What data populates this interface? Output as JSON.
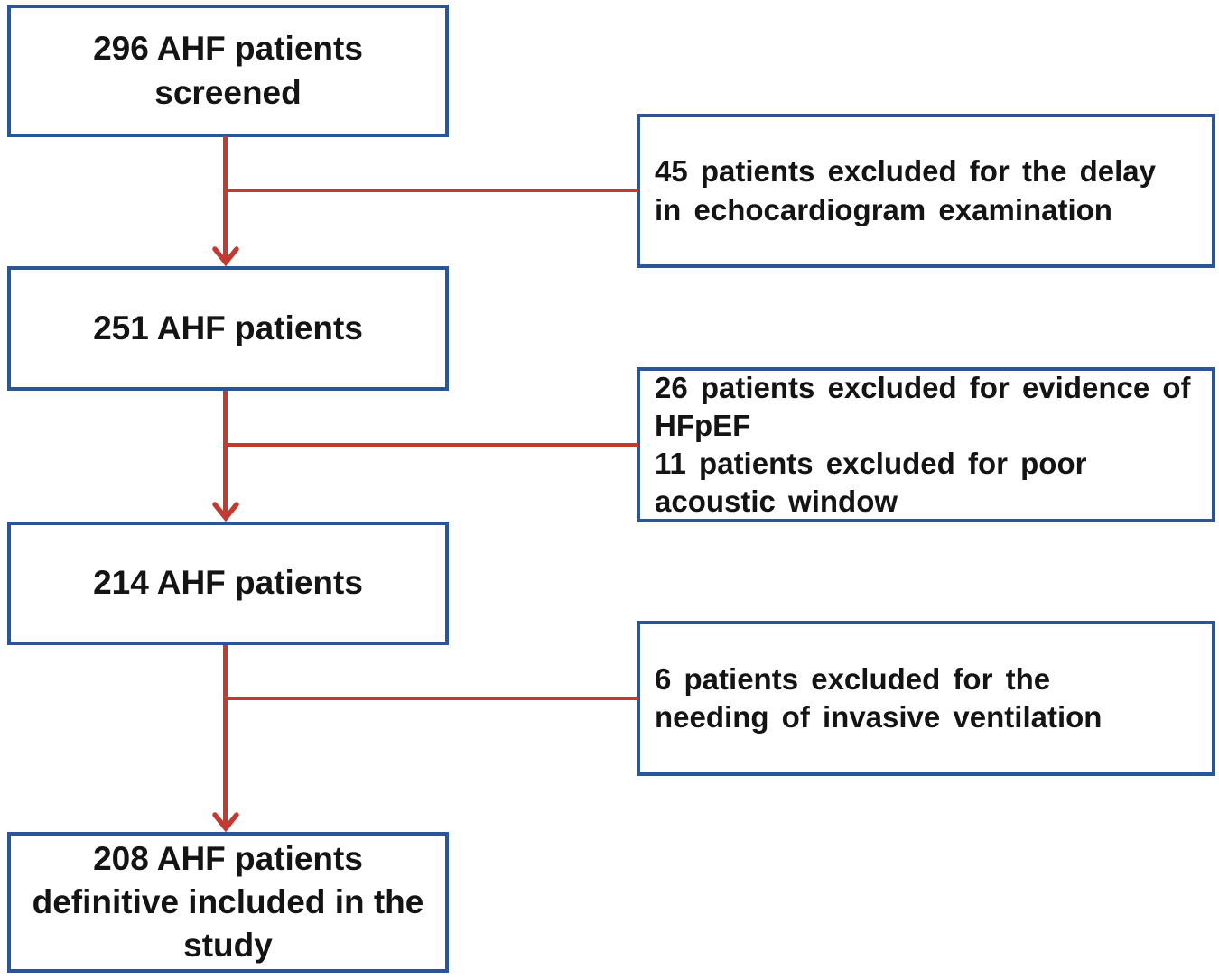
{
  "colors": {
    "box_border": "#2a5699",
    "arrow": "#c23b33",
    "text": "#141414",
    "background": "#ffffff"
  },
  "flow": {
    "main_boxes": [
      {
        "text": "296 AHF patients\nscreened"
      },
      {
        "text": "251 AHF patients"
      },
      {
        "text": "214 AHF patients"
      },
      {
        "text": "208 AHF patients\ndefinitive included in the\nstudy"
      }
    ],
    "exclusion_boxes": [
      {
        "text": "45 patients excluded for the delay\nin echocardiogram examination"
      },
      {
        "text": "26 patients excluded for evidence of\nHFpEF\n11 patients excluded for poor\nacoustic window"
      },
      {
        "text": "6 patients excluded for the\nneeding of invasive ventilation"
      }
    ]
  }
}
